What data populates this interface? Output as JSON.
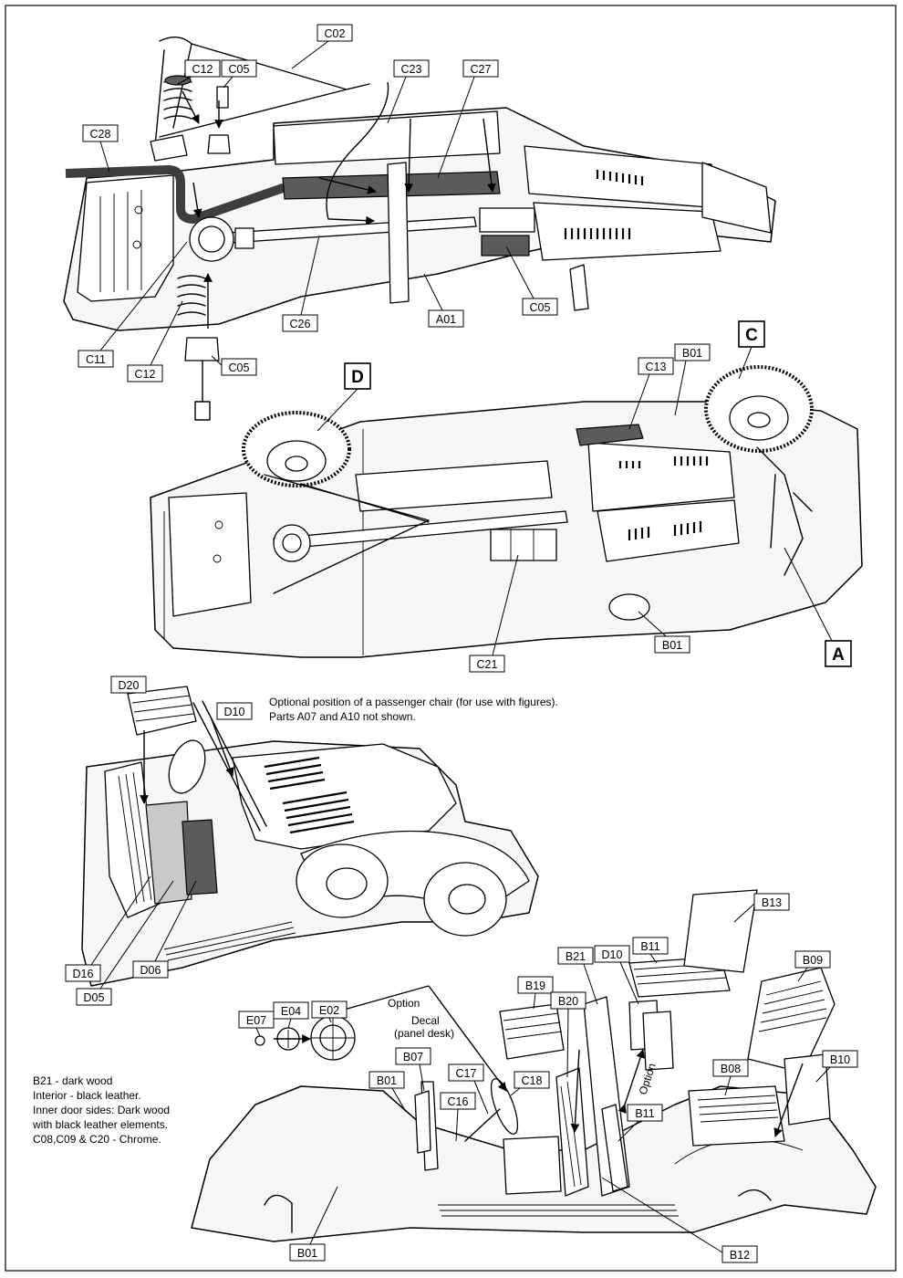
{
  "notes": {
    "passenger_chair_line1": "Optional position of a passenger chair (for use with figures).",
    "passenger_chair_line2": "Parts A07 and A10 not shown.",
    "option_top": "Option",
    "option_side": "Option",
    "decal_line1": "Decal",
    "decal_line2": "(panel desk)",
    "paint_line1": "B21 - dark wood",
    "paint_line2": "Interior - black leather.",
    "paint_line3": "Inner door sides: Dark wood",
    "paint_line4": "with black leather elements.",
    "paint_line5": "C08,C09 & C20 - Chrome."
  },
  "callouts": {
    "frame_chassis": {
      "c02": "C02",
      "c12_top": "C12",
      "c05_top": "C05",
      "c23": "C23",
      "c27": "C27",
      "c28": "C28",
      "c05_mid": "C05",
      "c26": "C26",
      "a01": "A01",
      "c11": "C11",
      "c12_bottom": "C12",
      "c05_bottom": "C05"
    },
    "assembled_chassis": {
      "c13": "C13",
      "b01_top": "B01",
      "c21": "C21",
      "b01_bottom": "B01"
    },
    "interior_view": {
      "d20": "D20",
      "d10": "D10",
      "d16": "D16",
      "d05": "D05",
      "d06": "D06"
    },
    "body_assembly": {
      "b11_top": "B11",
      "b13": "B13",
      "d10": "D10",
      "b21": "B21",
      "b09": "B09",
      "b19": "B19",
      "b20": "B20",
      "e07": "E07",
      "e04": "E04",
      "e02": "E02",
      "b07": "B07",
      "c17": "C17",
      "c18": "C18",
      "b01_left": "B01",
      "c16": "C16",
      "b08": "B08",
      "b10": "B10",
      "b11_side": "B11",
      "b01_bottom": "B01",
      "b12": "B12"
    }
  },
  "section_markers": {
    "c": "C",
    "d": "D",
    "a": "A"
  }
}
